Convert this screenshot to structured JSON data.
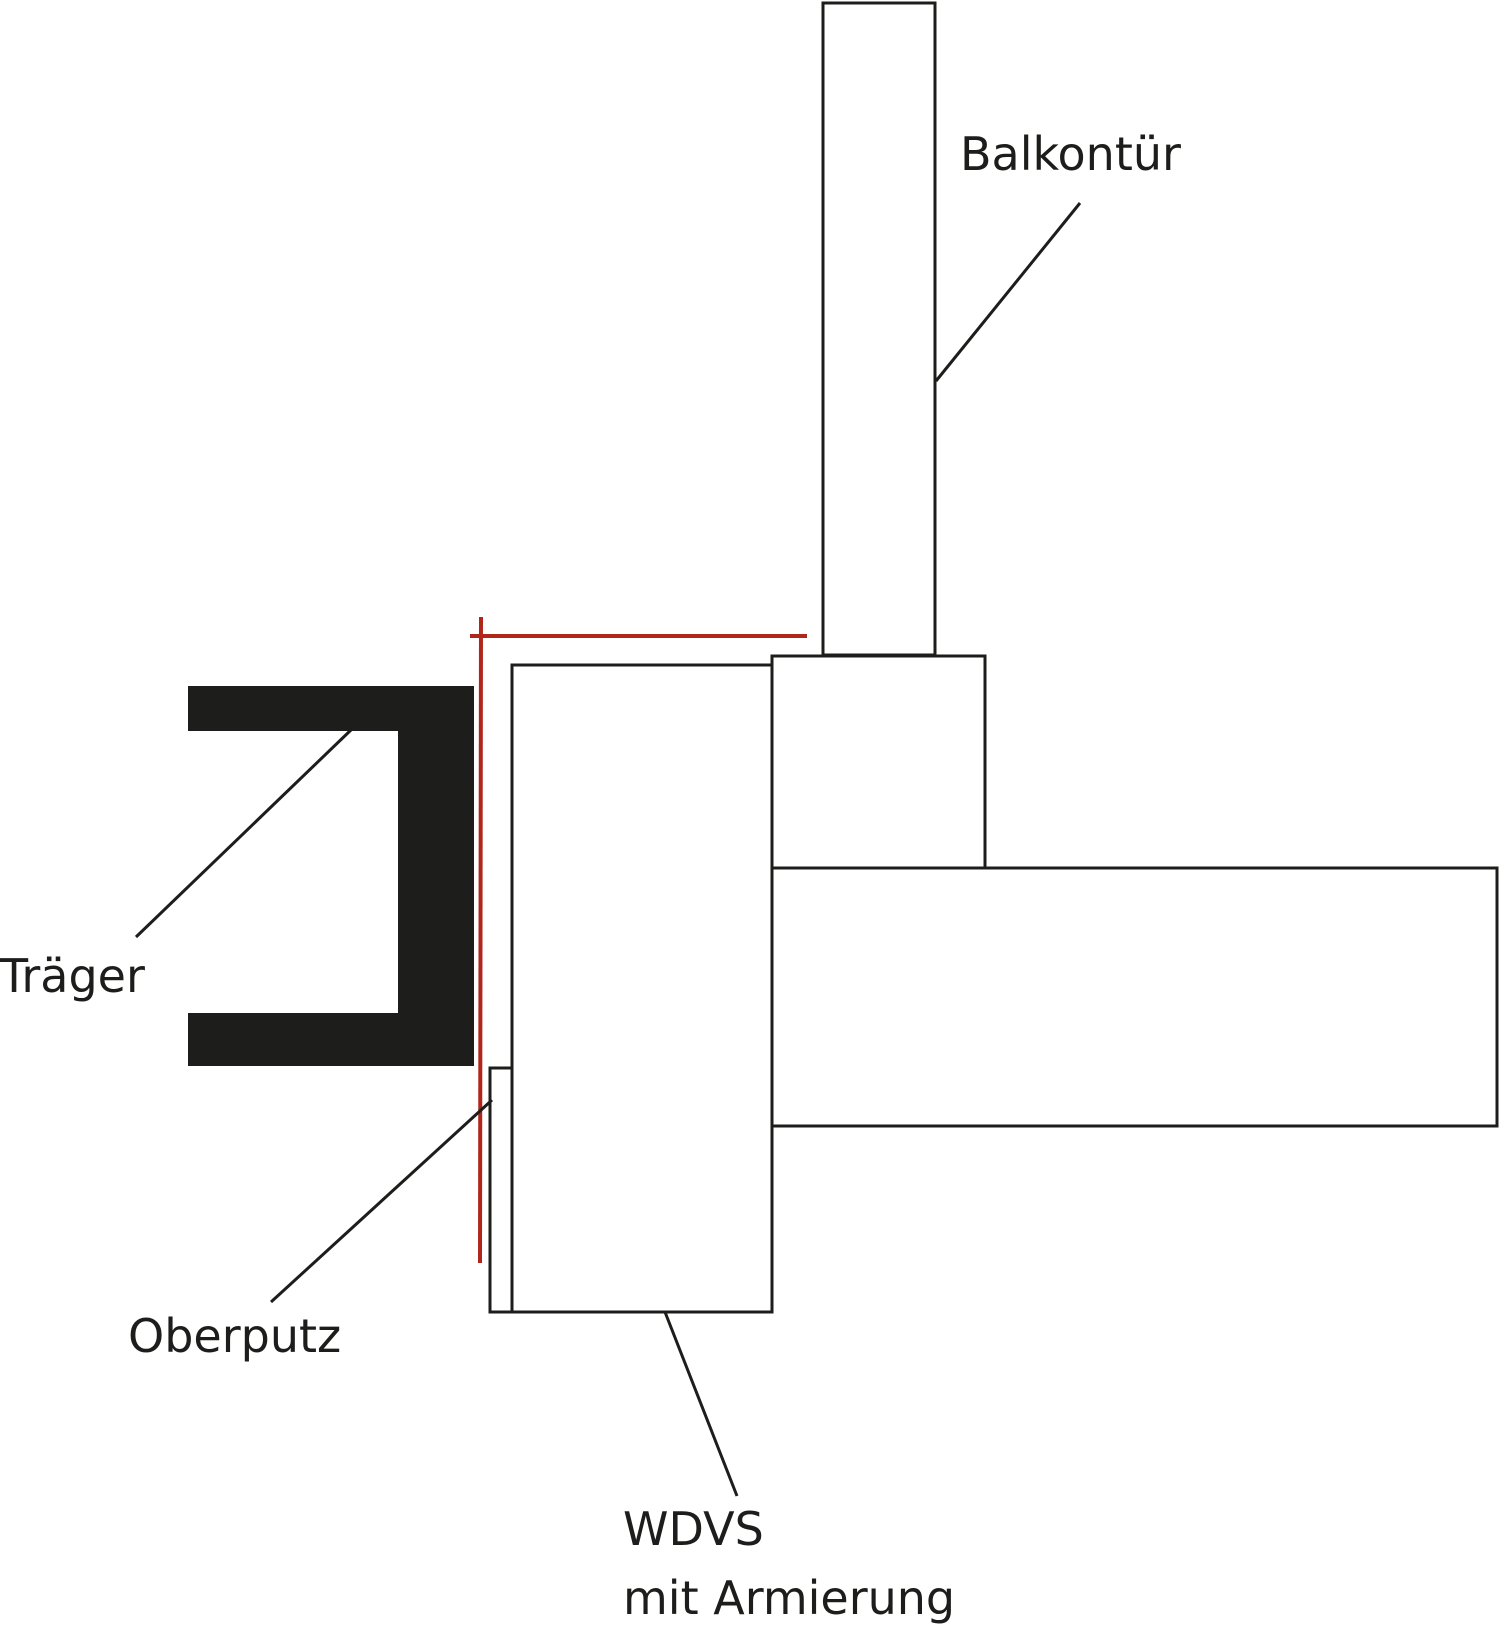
{
  "labels": {
    "balkontuer": "Balkontür",
    "traeger": "Träger",
    "oberputz": "Oberputz",
    "wdvs_line1": "WDVS",
    "wdvs_line2": "mit Armierung"
  },
  "colors": {
    "outline": "#1d1d1b",
    "traeger_fill": "#1d1d1b",
    "red_marker": "#b0261b",
    "background": "#ffffff"
  }
}
